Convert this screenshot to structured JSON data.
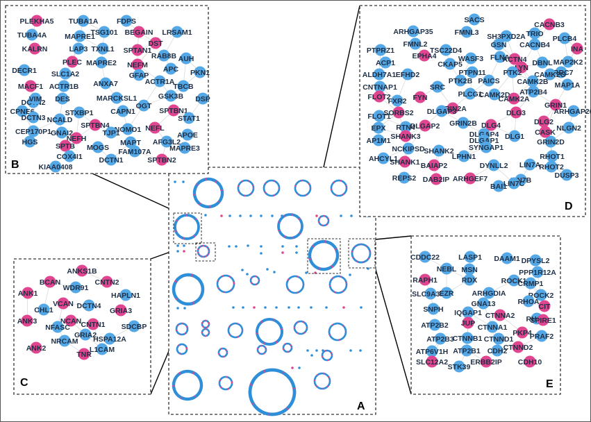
{
  "colors": {
    "blue": "#55a8e6",
    "pink": "#e0458f",
    "ring_blue": "#2f8fd8"
  },
  "panels": {
    "A": {
      "letter": "A"
    },
    "B": {
      "letter": "B",
      "nodes": [
        {
          "label": "PLEKHA5",
          "color": "pink"
        },
        {
          "label": "TUBA1A",
          "color": "blue"
        },
        {
          "label": "FDPS",
          "color": "blue"
        },
        {
          "label": "TSG101",
          "color": "blue"
        },
        {
          "label": "BEGAIN",
          "color": "pink"
        },
        {
          "label": "LRSAM1",
          "color": "blue"
        },
        {
          "label": "TUBA4A",
          "color": "blue"
        },
        {
          "label": "MAPRE1",
          "color": "blue"
        },
        {
          "label": "DST",
          "color": "pink"
        },
        {
          "label": "KALRN",
          "color": "pink"
        },
        {
          "label": "LAP3",
          "color": "blue"
        },
        {
          "label": "TXNL1",
          "color": "blue"
        },
        {
          "label": "SPTAN1",
          "color": "pink"
        },
        {
          "label": "RAB8B",
          "color": "blue"
        },
        {
          "label": "AUH",
          "color": "blue"
        },
        {
          "label": "PLEC",
          "color": "pink"
        },
        {
          "label": "DECR1",
          "color": "blue"
        },
        {
          "label": "MAPRE2",
          "color": "blue"
        },
        {
          "label": "NEFM",
          "color": "pink"
        },
        {
          "label": "APC",
          "color": "blue"
        },
        {
          "label": "PKN1",
          "color": "blue"
        },
        {
          "label": "MACF1",
          "color": "pink"
        },
        {
          "label": "SLC1A2",
          "color": "blue"
        },
        {
          "label": "GFAP",
          "color": "blue"
        },
        {
          "label": "ACTR1A",
          "color": "blue"
        },
        {
          "label": "DCTN2",
          "color": "blue"
        },
        {
          "label": "ACTR1B",
          "color": "blue"
        },
        {
          "label": "ANXA7",
          "color": "blue"
        },
        {
          "label": "TBCB",
          "color": "blue"
        },
        {
          "label": "VIM",
          "color": "blue"
        },
        {
          "label": "DES",
          "color": "blue"
        },
        {
          "label": "MARCKSL1",
          "color": "blue"
        },
        {
          "label": "GSK3B",
          "color": "blue"
        },
        {
          "label": "DSP",
          "color": "blue"
        },
        {
          "label": "CPNE6",
          "color": "blue"
        },
        {
          "label": "STXBP1",
          "color": "blue"
        },
        {
          "label": "OGT",
          "color": "blue"
        },
        {
          "label": "DCTN3",
          "color": "blue"
        },
        {
          "label": "CAPN1",
          "color": "blue"
        },
        {
          "label": "SPTBN1",
          "color": "pink"
        },
        {
          "label": "NCALD",
          "color": "blue"
        },
        {
          "label": "STAT1",
          "color": "blue"
        },
        {
          "label": "GNAI2",
          "color": "blue"
        },
        {
          "label": "SPTBN4",
          "color": "pink"
        },
        {
          "label": "NOMO1",
          "color": "blue"
        },
        {
          "label": "NEFL",
          "color": "pink"
        },
        {
          "label": "CEP170P1",
          "color": "blue"
        },
        {
          "label": "TJP1",
          "color": "blue"
        },
        {
          "label": "APOE",
          "color": "blue"
        },
        {
          "label": "NEFH",
          "color": "pink"
        },
        {
          "label": "MAPT",
          "color": "blue"
        },
        {
          "label": "AFG3L2",
          "color": "blue"
        },
        {
          "label": "HGS",
          "color": "blue"
        },
        {
          "label": "SPTB",
          "color": "pink"
        },
        {
          "label": "MOGS",
          "color": "blue"
        },
        {
          "label": "FAM107A",
          "color": "blue"
        },
        {
          "label": "MAPRE3",
          "color": "blue"
        },
        {
          "label": "COX4I1",
          "color": "blue"
        },
        {
          "label": "DCTN1",
          "color": "blue"
        },
        {
          "label": "SPTBN2",
          "color": "pink"
        },
        {
          "label": "KIAA0408",
          "color": "blue"
        }
      ]
    },
    "C": {
      "letter": "C",
      "nodes": [
        {
          "label": "ANKS1B",
          "color": "pink"
        },
        {
          "label": "BCAN",
          "color": "pink"
        },
        {
          "label": "CNTN2",
          "color": "pink"
        },
        {
          "label": "WDR91",
          "color": "blue"
        },
        {
          "label": "ANK1",
          "color": "pink"
        },
        {
          "label": "HAPLN1",
          "color": "blue"
        },
        {
          "label": "VCAN",
          "color": "pink"
        },
        {
          "label": "CHL1",
          "color": "blue"
        },
        {
          "label": "DCTN4",
          "color": "blue"
        },
        {
          "label": "GRIA3",
          "color": "pink"
        },
        {
          "label": "ANK3",
          "color": "pink"
        },
        {
          "label": "NCAN",
          "color": "pink"
        },
        {
          "label": "NFASC",
          "color": "blue"
        },
        {
          "label": "CNTN1",
          "color": "pink"
        },
        {
          "label": "SDCBP",
          "color": "blue"
        },
        {
          "label": "GRIA2",
          "color": "blue"
        },
        {
          "label": "HSPA12A",
          "color": "blue"
        },
        {
          "label": "ANK2",
          "color": "pink"
        },
        {
          "label": "NRCAM",
          "color": "blue"
        },
        {
          "label": "L1CAM",
          "color": "blue"
        },
        {
          "label": "TNR",
          "color": "pink"
        }
      ]
    },
    "D": {
      "letter": "D",
      "nodes": [
        {
          "label": "SACS",
          "color": "blue"
        },
        {
          "label": "CACNB3",
          "color": "pink"
        },
        {
          "label": "ARHGAP35",
          "color": "blue"
        },
        {
          "label": "FMNL3",
          "color": "blue"
        },
        {
          "label": "SH3PXD2A",
          "color": "blue"
        },
        {
          "label": "TRIO",
          "color": "blue"
        },
        {
          "label": "PLCB4",
          "color": "blue"
        },
        {
          "label": "FMNL2",
          "color": "blue"
        },
        {
          "label": "GSN",
          "color": "blue"
        },
        {
          "label": "CACNB4",
          "color": "blue"
        },
        {
          "label": "INA",
          "color": "pink"
        },
        {
          "label": "PTPRZ1",
          "color": "blue"
        },
        {
          "label": "TSC22D4",
          "color": "blue"
        },
        {
          "label": "EPHA4",
          "color": "pink"
        },
        {
          "label": "WASF3",
          "color": "blue"
        },
        {
          "label": "FLNA",
          "color": "blue"
        },
        {
          "label": "ACTN4",
          "color": "pink"
        },
        {
          "label": "DBNL",
          "color": "blue"
        },
        {
          "label": "MAP2K2",
          "color": "blue"
        },
        {
          "label": "ACP1",
          "color": "blue"
        },
        {
          "label": "CKAP5",
          "color": "blue"
        },
        {
          "label": "LYN",
          "color": "pink"
        },
        {
          "label": "LRRC7",
          "color": "blue"
        },
        {
          "label": "ALDH7A1",
          "color": "blue"
        },
        {
          "label": "EFHD2",
          "color": "blue"
        },
        {
          "label": "PTPN11",
          "color": "blue"
        },
        {
          "label": "PTK2",
          "color": "blue"
        },
        {
          "label": "CAMK2G",
          "color": "blue"
        },
        {
          "label": "CNTNAP1",
          "color": "blue"
        },
        {
          "label": "SRC",
          "color": "blue"
        },
        {
          "label": "PTK2B",
          "color": "blue"
        },
        {
          "label": "PAICS",
          "color": "blue"
        },
        {
          "label": "CAMK2B",
          "color": "blue"
        },
        {
          "label": "MAP1A",
          "color": "blue"
        },
        {
          "label": "FLOT2",
          "color": "pink"
        },
        {
          "label": "PLCG1",
          "color": "blue"
        },
        {
          "label": "CAMK2D",
          "color": "blue"
        },
        {
          "label": "ATP2B4",
          "color": "blue"
        },
        {
          "label": "FXR2",
          "color": "blue"
        },
        {
          "label": "FYN",
          "color": "pink"
        },
        {
          "label": "CAMK2A",
          "color": "pink"
        },
        {
          "label": "GRIN1",
          "color": "pink"
        },
        {
          "label": "SORBS2",
          "color": "pink"
        },
        {
          "label": "GRIN2A",
          "color": "pink"
        },
        {
          "label": "ARHGAP26",
          "color": "blue"
        },
        {
          "label": "FLOT1",
          "color": "blue"
        },
        {
          "label": "DLGAP3",
          "color": "blue"
        },
        {
          "label": "DLG3",
          "color": "pink"
        },
        {
          "label": "EPX",
          "color": "blue"
        },
        {
          "label": "RTN4",
          "color": "blue"
        },
        {
          "label": "GRIN2B",
          "color": "blue"
        },
        {
          "label": "DLG2",
          "color": "pink"
        },
        {
          "label": "DLGAP2",
          "color": "pink"
        },
        {
          "label": "DLG4",
          "color": "pink"
        },
        {
          "label": "NLGN2",
          "color": "blue"
        },
        {
          "label": "AP1M1",
          "color": "blue"
        },
        {
          "label": "DLGAP4",
          "color": "blue"
        },
        {
          "label": "DLG1",
          "color": "blue"
        },
        {
          "label": "SHANK3",
          "color": "pink"
        },
        {
          "label": "DLGAP1",
          "color": "blue"
        },
        {
          "label": "GRIN2D",
          "color": "blue"
        },
        {
          "label": "CASK",
          "color": "pink"
        },
        {
          "label": "NCKIPSD",
          "color": "blue"
        },
        {
          "label": "SHANK2",
          "color": "blue"
        },
        {
          "label": "AHCYL1",
          "color": "blue"
        },
        {
          "label": "SYNGAP1",
          "color": "blue"
        },
        {
          "label": "RHOT1",
          "color": "blue"
        },
        {
          "label": "LPHN1",
          "color": "blue"
        },
        {
          "label": "SHANK1",
          "color": "pink"
        },
        {
          "label": "BAIAP2",
          "color": "pink"
        },
        {
          "label": "DYNLL2",
          "color": "blue"
        },
        {
          "label": "LIN7A",
          "color": "blue"
        },
        {
          "label": "RHOT2",
          "color": "blue"
        },
        {
          "label": "REPS2",
          "color": "blue"
        },
        {
          "label": "DUSP3",
          "color": "blue"
        },
        {
          "label": "DAB2IP",
          "color": "pink"
        },
        {
          "label": "ARHGEF7",
          "color": "pink"
        },
        {
          "label": "LIN7B",
          "color": "blue"
        },
        {
          "label": "LIN7C",
          "color": "blue"
        },
        {
          "label": "BAI1",
          "color": "blue"
        }
      ]
    },
    "E": {
      "letter": "E",
      "nodes": [
        {
          "label": "CDDC22",
          "color": "blue"
        },
        {
          "label": "LASP1",
          "color": "blue"
        },
        {
          "label": "DAAM1",
          "color": "blue"
        },
        {
          "label": "DPYSL2",
          "color": "blue"
        },
        {
          "label": "NEBL",
          "color": "blue"
        },
        {
          "label": "MSN",
          "color": "blue"
        },
        {
          "label": "PPP1R12A",
          "color": "blue"
        },
        {
          "label": "RAPH1",
          "color": "pink"
        },
        {
          "label": "RDX",
          "color": "blue"
        },
        {
          "label": "ROCK1",
          "color": "blue"
        },
        {
          "label": "CRMP1",
          "color": "blue"
        },
        {
          "label": "SLC9A3R2",
          "color": "blue"
        },
        {
          "label": "EZR",
          "color": "blue"
        },
        {
          "label": "ARHGDIA",
          "color": "blue"
        },
        {
          "label": "ROCK2",
          "color": "blue"
        },
        {
          "label": "GNA13",
          "color": "blue"
        },
        {
          "label": "RHOA",
          "color": "blue"
        },
        {
          "label": "SNPH",
          "color": "blue"
        },
        {
          "label": "CIT",
          "color": "pink"
        },
        {
          "label": "IQGAP1",
          "color": "blue"
        },
        {
          "label": "CTNNA2",
          "color": "pink"
        },
        {
          "label": "RHOB",
          "color": "blue"
        },
        {
          "label": "JUP",
          "color": "pink"
        },
        {
          "label": "SPIRE1",
          "color": "pink"
        },
        {
          "label": "ATP2B2",
          "color": "blue"
        },
        {
          "label": "CTNNA1",
          "color": "blue"
        },
        {
          "label": "PKP4",
          "color": "pink"
        },
        {
          "label": "ATP2B3",
          "color": "blue"
        },
        {
          "label": "CTNNB1",
          "color": "blue"
        },
        {
          "label": "CTNND1",
          "color": "blue"
        },
        {
          "label": "PRAF2",
          "color": "blue"
        },
        {
          "label": "ATP6V1H",
          "color": "blue"
        },
        {
          "label": "ATP2B1",
          "color": "blue"
        },
        {
          "label": "CDH2",
          "color": "blue"
        },
        {
          "label": "CTNND2",
          "color": "pink"
        },
        {
          "label": "SLC12A2",
          "color": "pink"
        },
        {
          "label": "ERBB2IP",
          "color": "pink"
        },
        {
          "label": "CDH10",
          "color": "pink"
        },
        {
          "label": "STK39",
          "color": "blue"
        }
      ]
    }
  }
}
